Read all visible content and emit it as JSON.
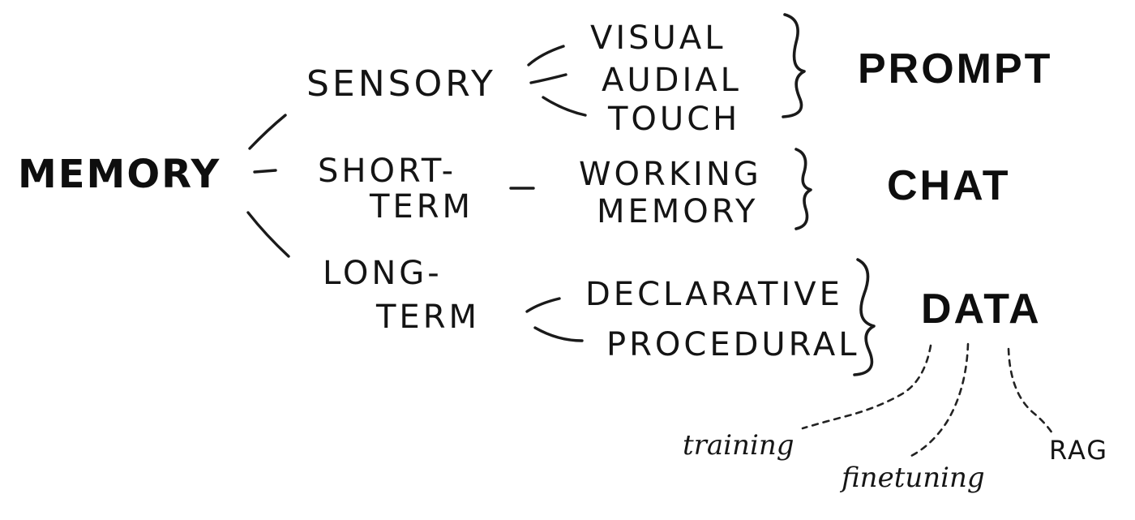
{
  "root": "MEMORY",
  "branches": [
    {
      "label_lines": [
        "SENSORY"
      ],
      "subtypes": [
        "VISUAL",
        "AUDIAL",
        "TOUCH"
      ],
      "maps_to": "PROMPT"
    },
    {
      "label_lines": [
        "SHORT-",
        "TERM"
      ],
      "subtypes_lines": [
        "WORKING",
        "MEMORY"
      ],
      "maps_to": "CHAT"
    },
    {
      "label_lines": [
        "LONG-",
        "TERM"
      ],
      "subtypes": [
        "DECLARATIVE",
        "PROCEDURAL"
      ],
      "maps_to": "DATA"
    }
  ],
  "data_uses": [
    "training",
    "finetuning",
    "RAG"
  ]
}
